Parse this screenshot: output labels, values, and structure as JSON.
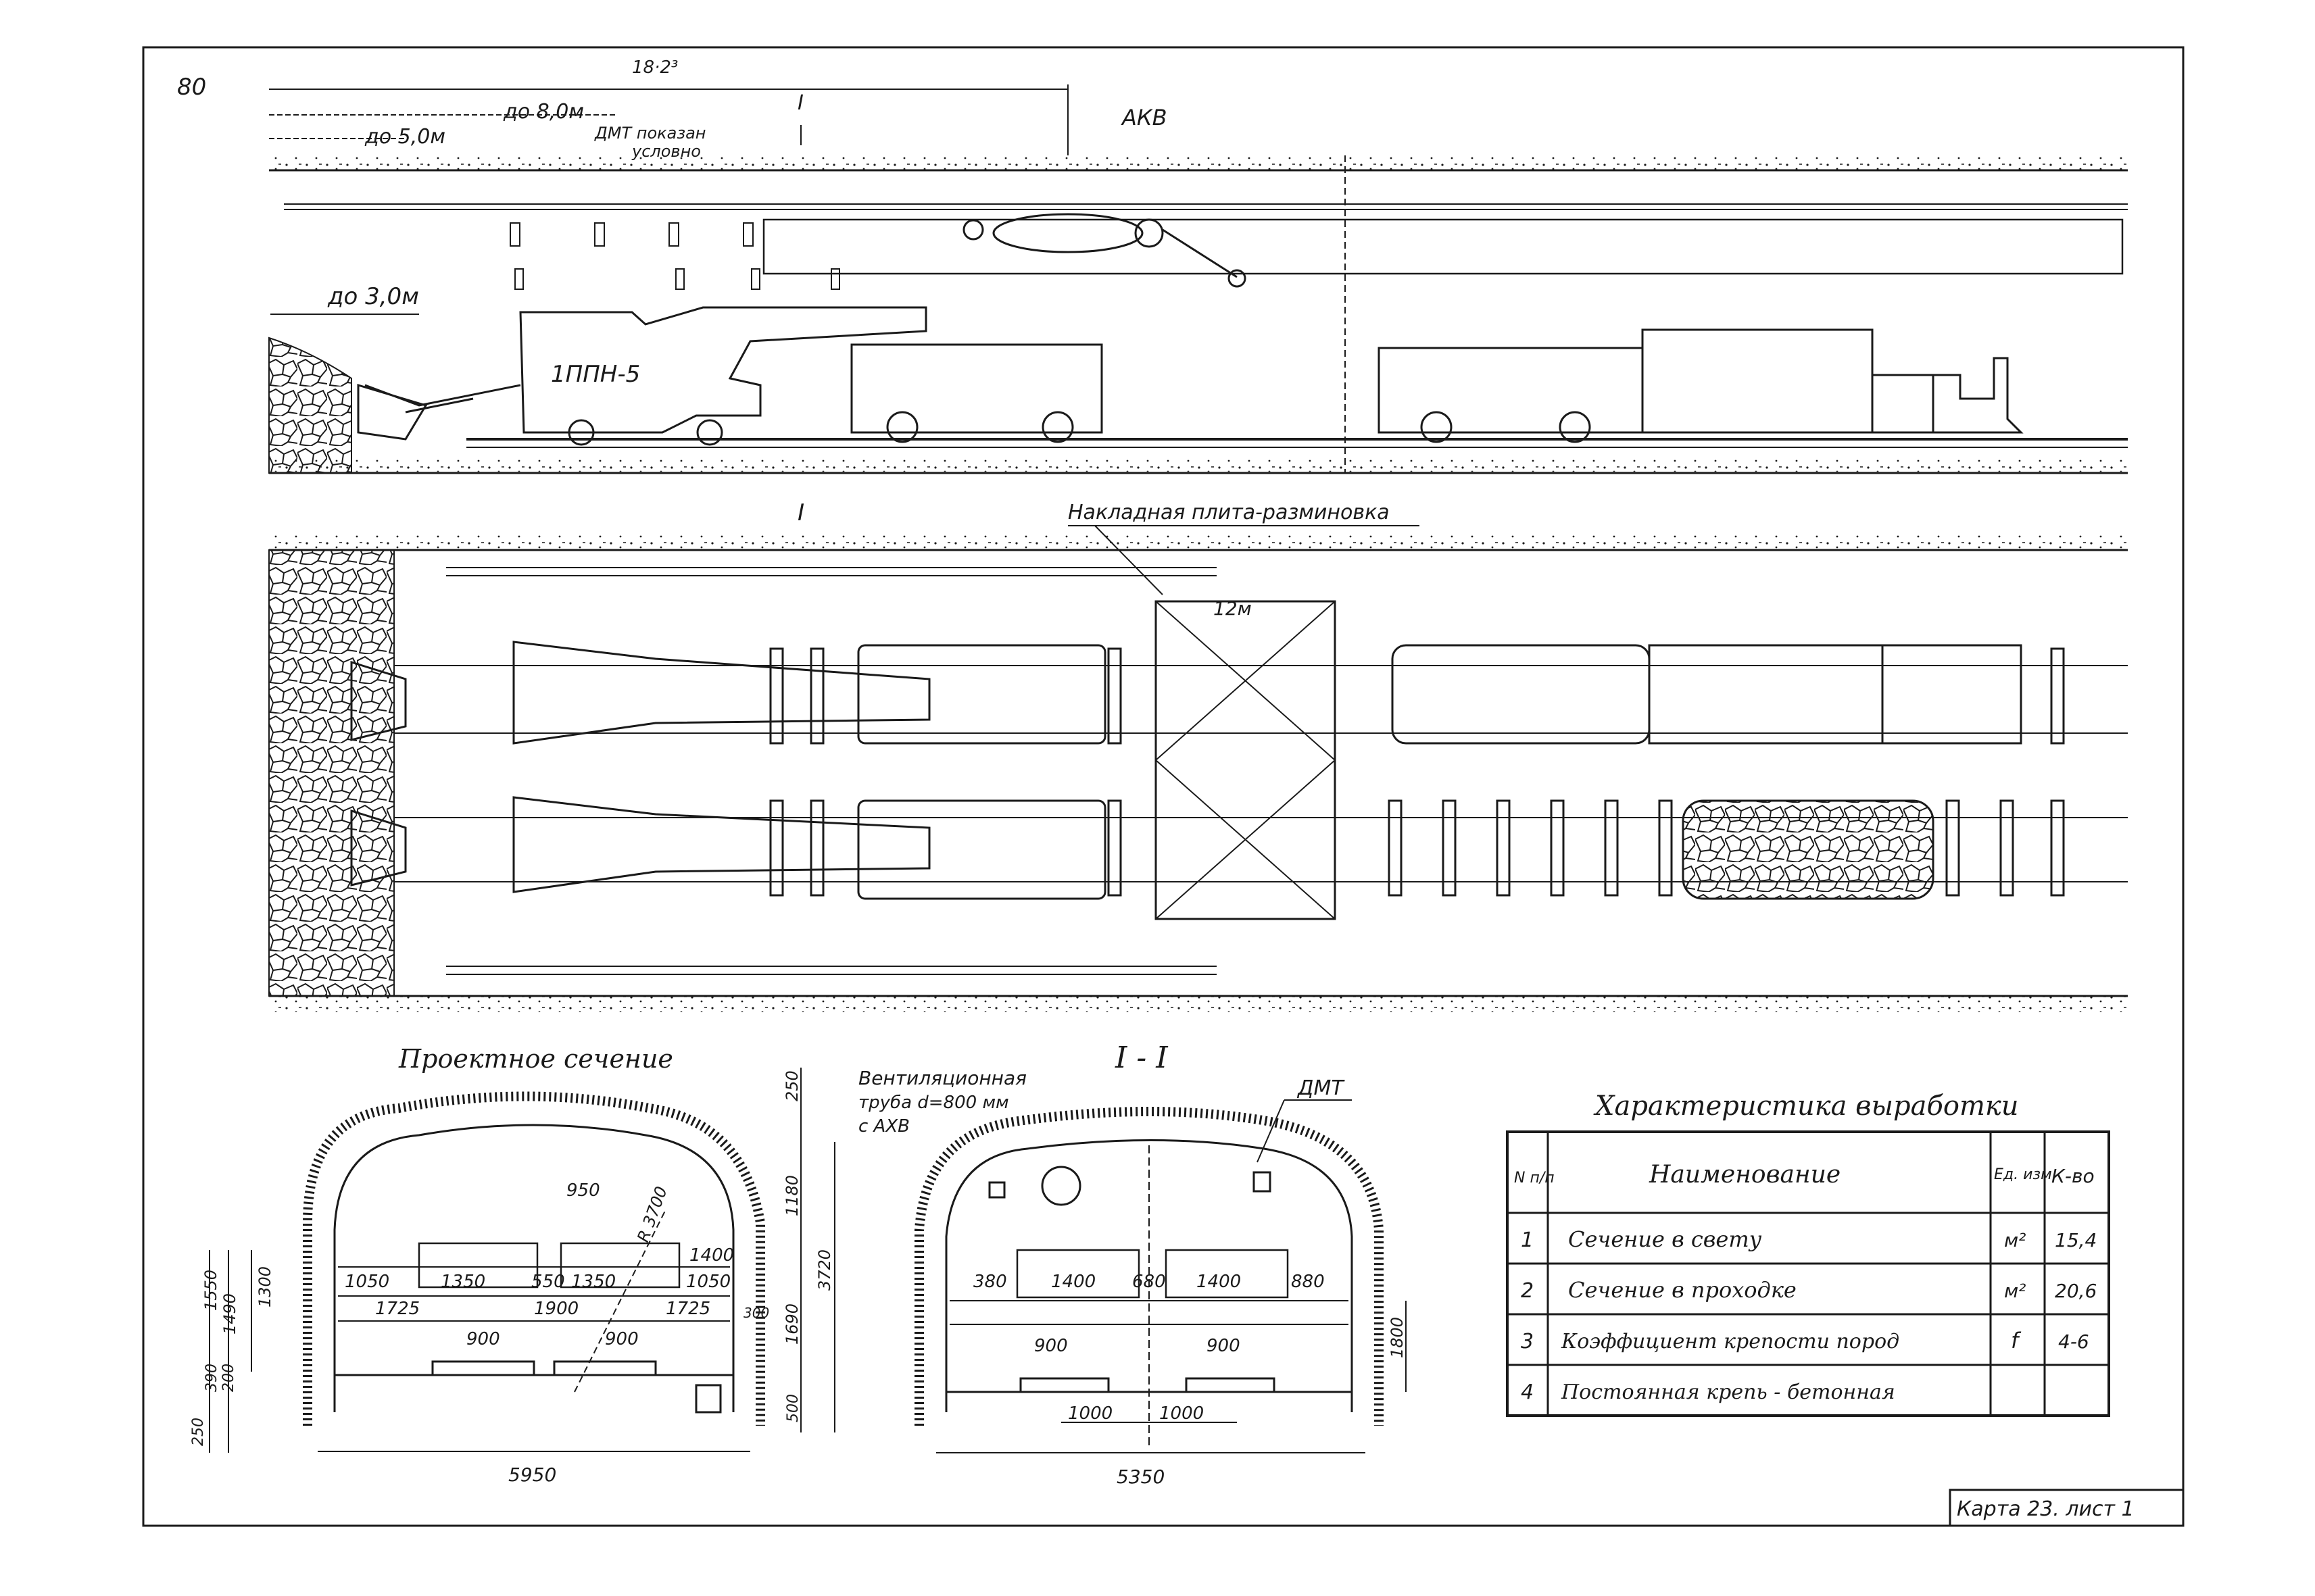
{
  "page_number": "80",
  "top_labels": {
    "ref_section": "18·2³",
    "section_mark": "I",
    "dist_5": "до 5,0м",
    "dist_8": "до 8,0м",
    "dmt_note_1": "ДМТ показан",
    "dmt_note_2": "условно",
    "dist_3": "до 3,0м",
    "akv": "АКВ",
    "machine": "1ППН-5"
  },
  "plan_labels": {
    "section_mark": "I",
    "plate": "Накладная плита-разминовка",
    "plate_length": "12м"
  },
  "section_design": {
    "title": "Проектное сечение",
    "dims": {
      "d250": "250",
      "d1180": "1180",
      "d3720": "3720",
      "d1690": "1690",
      "d500": "500",
      "d950": "950",
      "r": "R 3700",
      "d1400": "1400",
      "d1050a": "1050",
      "d1350a": "1350",
      "d550": "550",
      "d1350b": "1350",
      "d1050b": "1050",
      "d1725a": "1725",
      "d1900": "1900",
      "d1725b": "1725",
      "d900a": "900",
      "d900b": "900",
      "d1550": "1550",
      "d1490": "1490",
      "d1300": "1300",
      "d390": "390",
      "d200": "200",
      "d250b": "250",
      "d300": "300",
      "d5950": "5950"
    },
    "vent_1": "Вентиляционная",
    "vent_2": "труба d=800 мм",
    "vent_3": "с АХВ"
  },
  "section_ii": {
    "title": "I - I",
    "dmt": "ДМТ",
    "dims": {
      "d380": "380",
      "d1400a": "1400",
      "d680": "680",
      "d1400b": "1400",
      "d880": "880",
      "d900a": "900",
      "d900b": "900",
      "d1000a": "1000",
      "d1000b": "1000",
      "d1800": "1800",
      "d5350": "5350"
    }
  },
  "characteristics": {
    "title": "Характеристика выработки",
    "headers": [
      "N п/п",
      "Наименование",
      "Ед. изм.",
      "К-во"
    ],
    "rows": [
      {
        "n": "1",
        "name": "Сечение в свету",
        "unit": "м²",
        "qty": "15,4"
      },
      {
        "n": "2",
        "name": "Сечение в проходке",
        "unit": "м²",
        "qty": "20,6"
      },
      {
        "n": "3",
        "name": "Коэффициент крепости пород",
        "unit": "f",
        "qty": "4-6"
      },
      {
        "n": "4",
        "name": "Постоянная крепь - бетонная",
        "unit": "",
        "qty": ""
      }
    ]
  },
  "stamp": "Карта 23. лист 1"
}
